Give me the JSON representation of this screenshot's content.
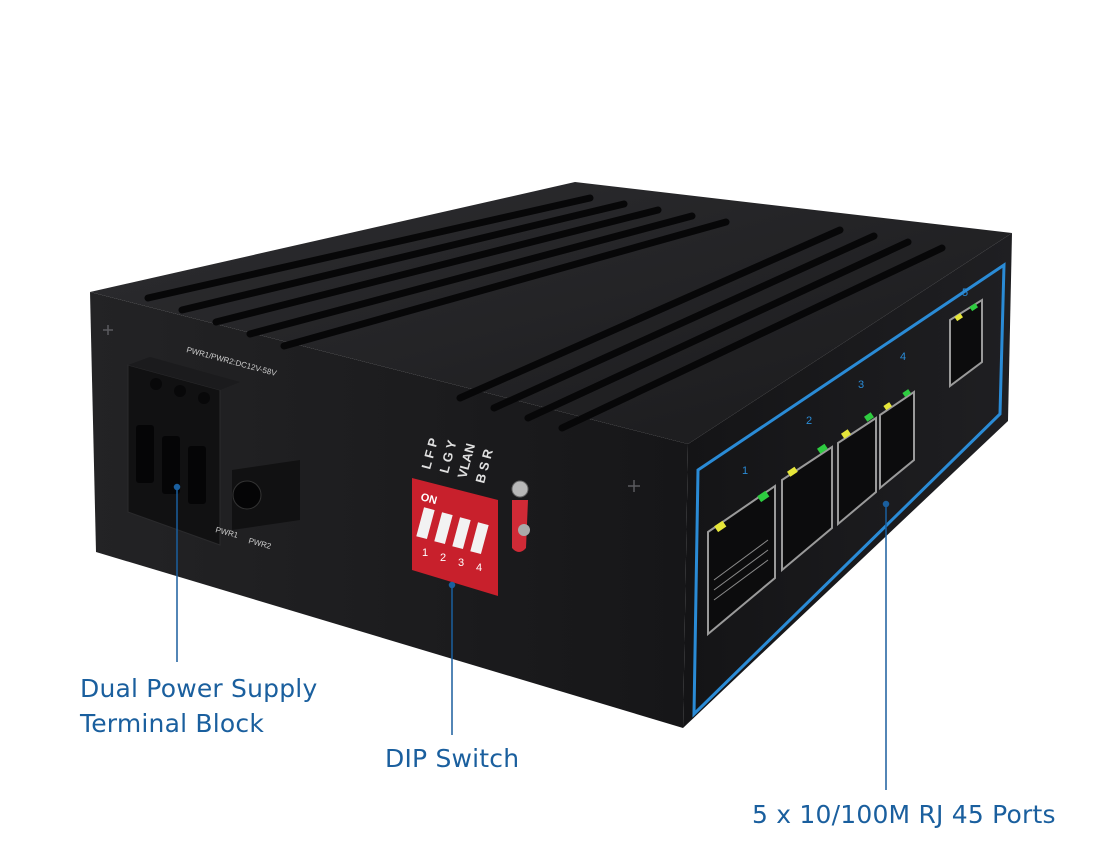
{
  "callouts": {
    "power": {
      "line1": "Dual Power Supply",
      "line2": "Terminal Block"
    },
    "dip": "DIP Switch",
    "ports": "5 x 10/100M RJ 45 Ports"
  },
  "device": {
    "power_label": "PWR1/PWR2:DC12V-58V",
    "pwr1": "PWR1",
    "pwr2": "PWR2",
    "dip_on": "ON",
    "dip_rows": [
      "L F P",
      "L G Y",
      "VLAN",
      "B S R"
    ],
    "dip_numbers": [
      "1",
      "2",
      "3",
      "4"
    ],
    "port_numbers": [
      "1",
      "2",
      "3",
      "4",
      "5"
    ]
  },
  "colors": {
    "callout_text": "#1a5f9e",
    "body": "#1c1c1e",
    "accent_border": "#2a8bd6",
    "dip_red": "#c8202c",
    "led_green": "#2ecc40",
    "led_yellow": "#e6e63a"
  }
}
